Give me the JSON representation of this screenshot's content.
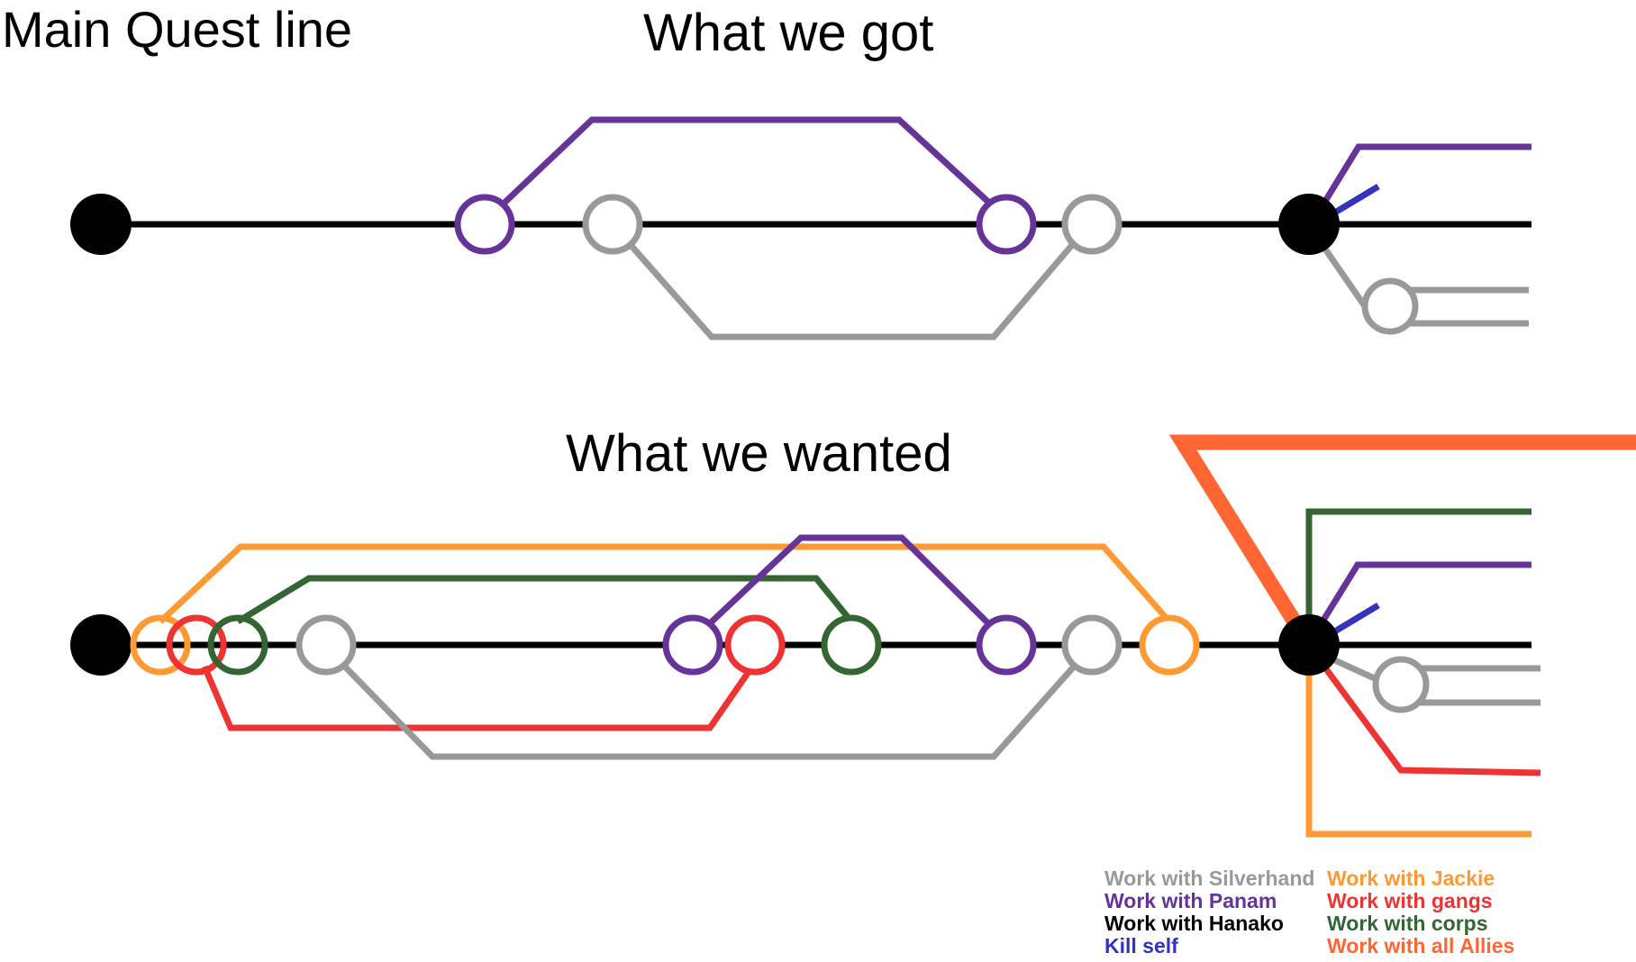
{
  "titles": {
    "main_quest_line": "Main Quest line",
    "what_we_got": "What we got",
    "what_we_wanted": "What we wanted"
  },
  "colors": {
    "main": "#000000",
    "silverhand": "#999999",
    "panam": "#663399",
    "hanako": "#000000",
    "kill_self": "#3333bb",
    "jackie": "#ff9933",
    "gangs": "#ee3333",
    "corps": "#336633",
    "all_allies": "#ff6633"
  },
  "legend": {
    "left": [
      {
        "label": "Work with Silverhand",
        "color": "#999999"
      },
      {
        "label": "Work with Panam",
        "color": "#663399"
      },
      {
        "label": "Work with Hanako",
        "color": "#000000"
      },
      {
        "label": "Kill self",
        "color": "#3333bb"
      }
    ],
    "right": [
      {
        "label": "Work with Jackie",
        "color": "#ff9933"
      },
      {
        "label": "Work with gangs",
        "color": "#ee3333"
      },
      {
        "label": "Work with corps",
        "color": "#336633"
      },
      {
        "label": "Work with all Allies",
        "color": "#ff6633"
      }
    ]
  }
}
